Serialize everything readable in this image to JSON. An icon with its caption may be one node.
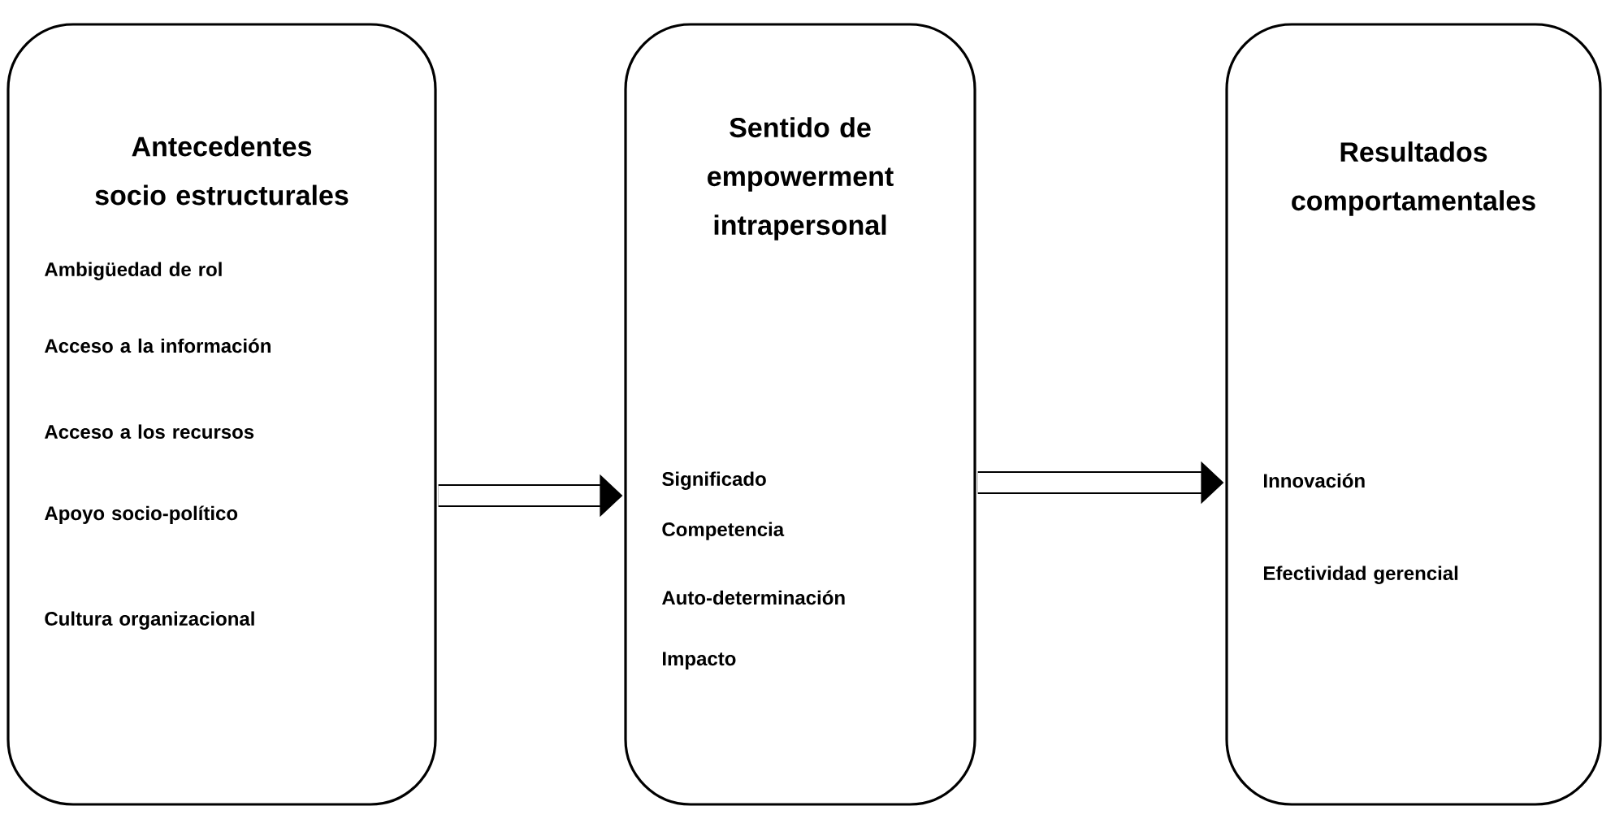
{
  "diagram": {
    "nodes": [
      {
        "text": [
          "Antecedentes socio estructurales",
          "Ambigüedad de rol",
          "Acceso a la información",
          "Acceso a los recursos",
          "Apoyo socio-político",
          "Cultura organizacional"
        ]
      },
      {
        "text": [
          "Sentido de empowerment intrapersonal",
          "Significado",
          "Competencia",
          "Auto-determinación",
          "Impacto"
        ]
      },
      {
        "text": [
          "Resultados comportamentales",
          "Innovación",
          "Efectividad gerencial"
        ]
      }
    ],
    "edges": [
      {
        "from": 0,
        "to": 1,
        "arrow": "to"
      },
      {
        "from": 1,
        "to": 2,
        "arrow": "to"
      }
    ]
  }
}
